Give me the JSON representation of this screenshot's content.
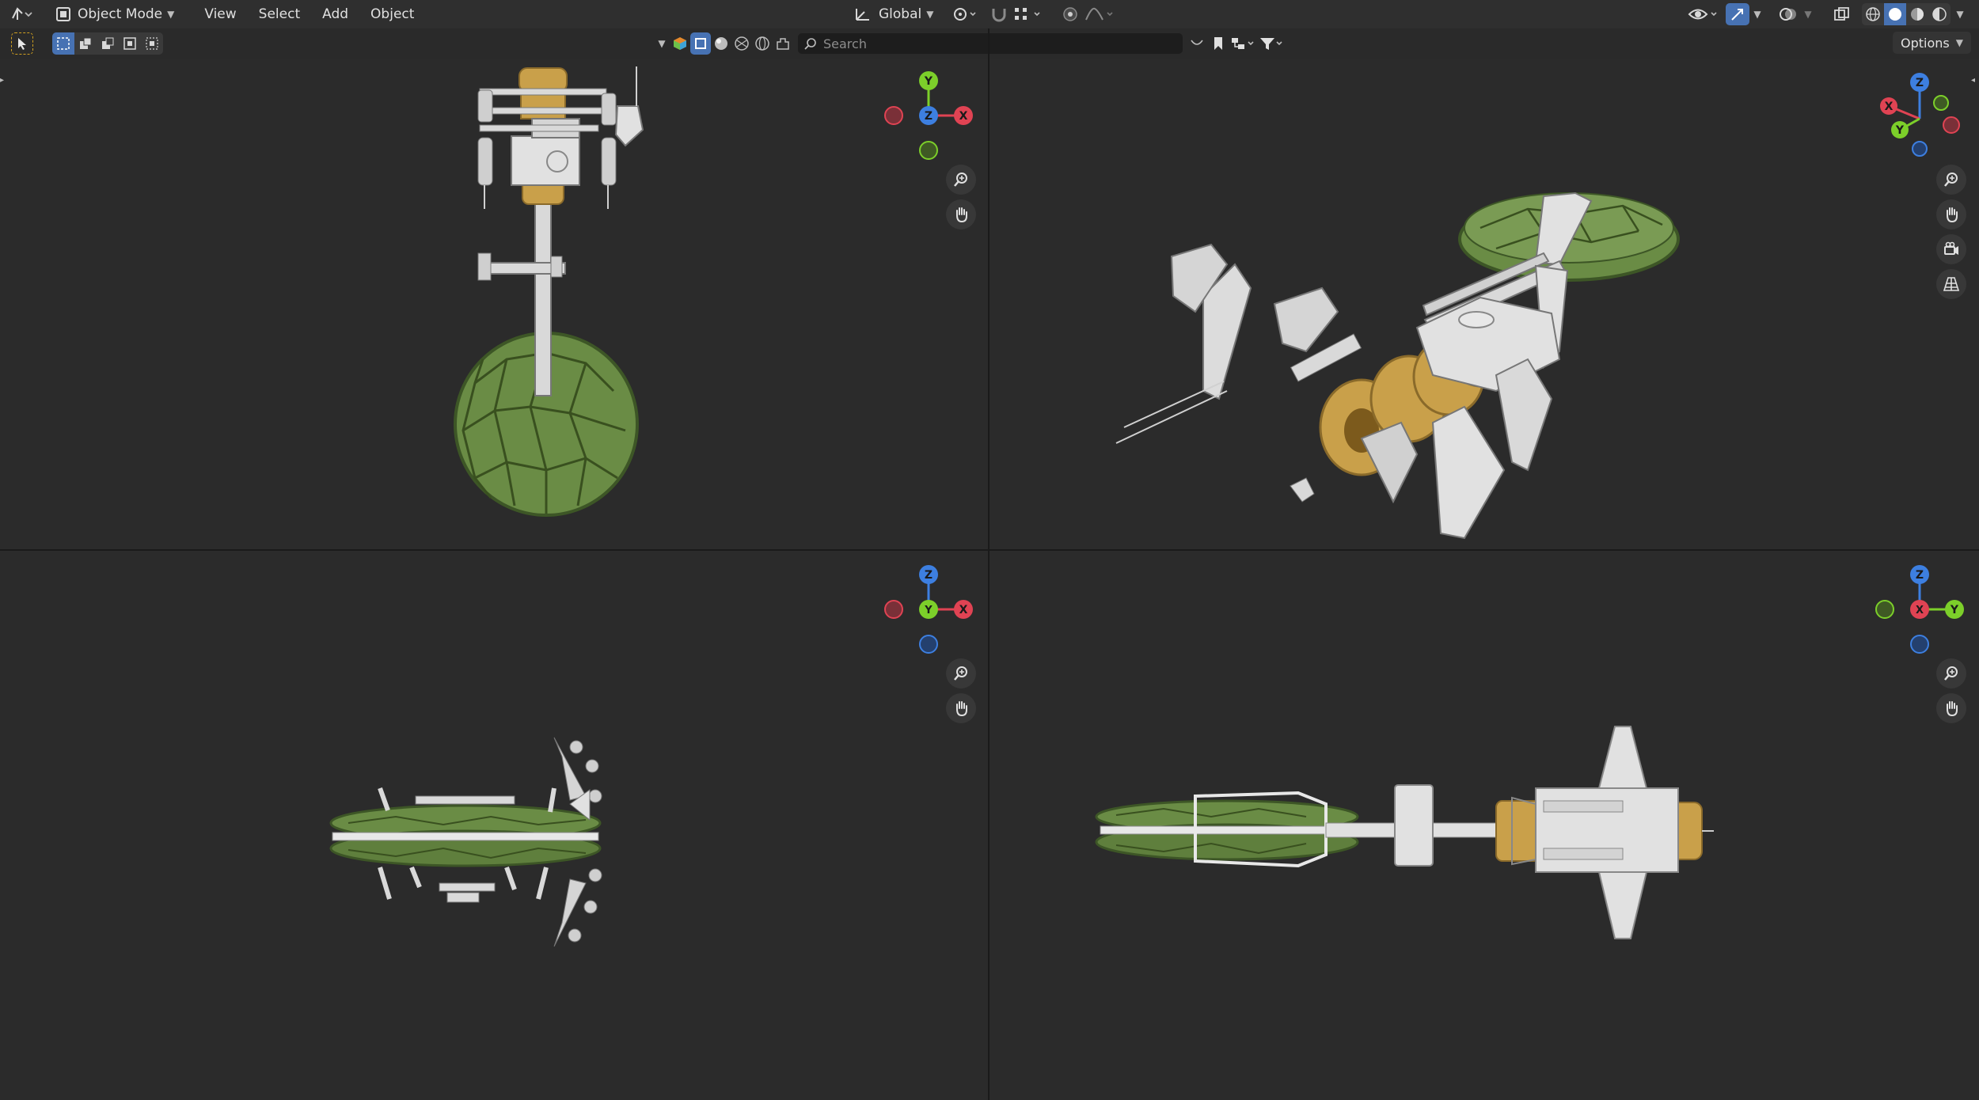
{
  "header": {
    "mode": "Object Mode",
    "menus": [
      "View",
      "Select",
      "Add",
      "Object"
    ],
    "transform_orientation": "Global"
  },
  "subheader": {
    "search_placeholder": "Search",
    "options_label": "Options"
  },
  "gizmos": {
    "top_left": {
      "up": "Y",
      "center": "Z",
      "right": "X"
    },
    "bottom_left": {
      "up": "Z",
      "center": "Y",
      "right": "X"
    },
    "bottom_right": {
      "up": "Z",
      "center": "X",
      "right": "Y"
    },
    "top_right": {
      "up": "Z",
      "left": "X",
      "front": "Y"
    }
  },
  "colors": {
    "axis_x": "#e04353",
    "axis_y": "#7ccf2a",
    "axis_z": "#3d7fe0",
    "accent": "#4772b3",
    "hull": "#d7d7d7",
    "engine": "#c9a04a",
    "dome": "#6a8c45"
  }
}
